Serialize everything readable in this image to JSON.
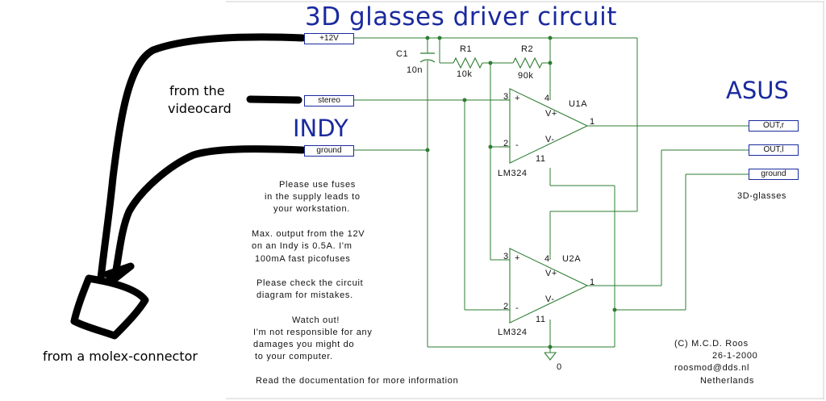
{
  "title": "3D glasses driver circuit",
  "labels": {
    "from_videocard_1": "from the",
    "from_videocard_2": "videocard",
    "indy": "INDY",
    "asus": "ASUS",
    "from_molex": "from a molex-connector",
    "glasses": "3D-glasses"
  },
  "ports": {
    "p12v": "+12V",
    "stereo": "stereo",
    "ground_in": "ground",
    "out_r": "OUT,r",
    "out_l": "OUT,l",
    "ground_out": "ground"
  },
  "components": {
    "c1_name": "C1",
    "c1_value": "10n",
    "r1_name": "R1",
    "r1_value": "10k",
    "r2_name": "R2",
    "r2_value": "90k",
    "u1_name": "U1A",
    "u1_part": "LM324",
    "u2_name": "U2A",
    "u2_part": "LM324",
    "pin_3a": "3",
    "pin_2a": "2",
    "pin_4a": "4",
    "pin_11a": "11",
    "pin_1a": "1",
    "pin_3b": "3",
    "pin_2b": "2",
    "pin_4b": "4",
    "pin_11b": "11",
    "pin_1b": "1",
    "plus": "+",
    "minus": "-",
    "vplus": "V+",
    "vminus": "V-",
    "ground_node": "0"
  },
  "notes": {
    "fuse": [
      "Please use fuses",
      "in the supply leads to",
      "your workstation."
    ],
    "max": [
      "Max. output from the 12V",
      "on an Indy is 0.5A. I'm",
      "100mA fast picofuses"
    ],
    "check": [
      "Please check the circuit",
      "diagram for mistakes."
    ],
    "watch": [
      "Watch out!",
      "I'm not responsible for any",
      "damages you might do",
      "to your computer."
    ],
    "doc": "Read the documentation for more information"
  },
  "credits": [
    "(C) M.C.D. Roos",
    "26-1-2000",
    "roosmod@dds.nl",
    "Netherlands"
  ],
  "colors": {
    "wire": "#2e7d32",
    "blue": "#1a2a9e",
    "marker": "#000000",
    "frame": "#cccccc"
  }
}
